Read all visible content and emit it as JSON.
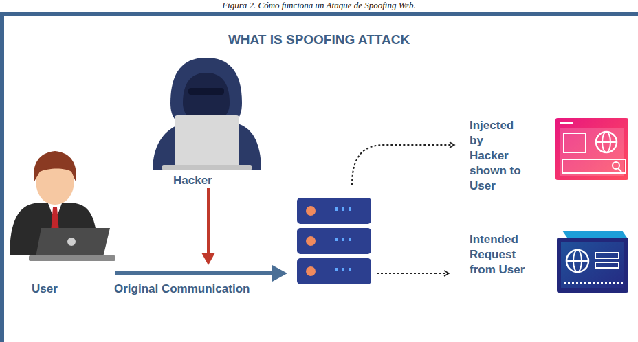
{
  "diagram": {
    "title": "WHAT IS SPOOFING ATTACK",
    "caption": "Figura 2. Cómo funciona un Ataque de Spoofing Web.",
    "labels": [
      "Hacker",
      "Injected by Hacker shown to User",
      "User",
      "Original Communication",
      "Intended Request from User"
    ]
  }
}
